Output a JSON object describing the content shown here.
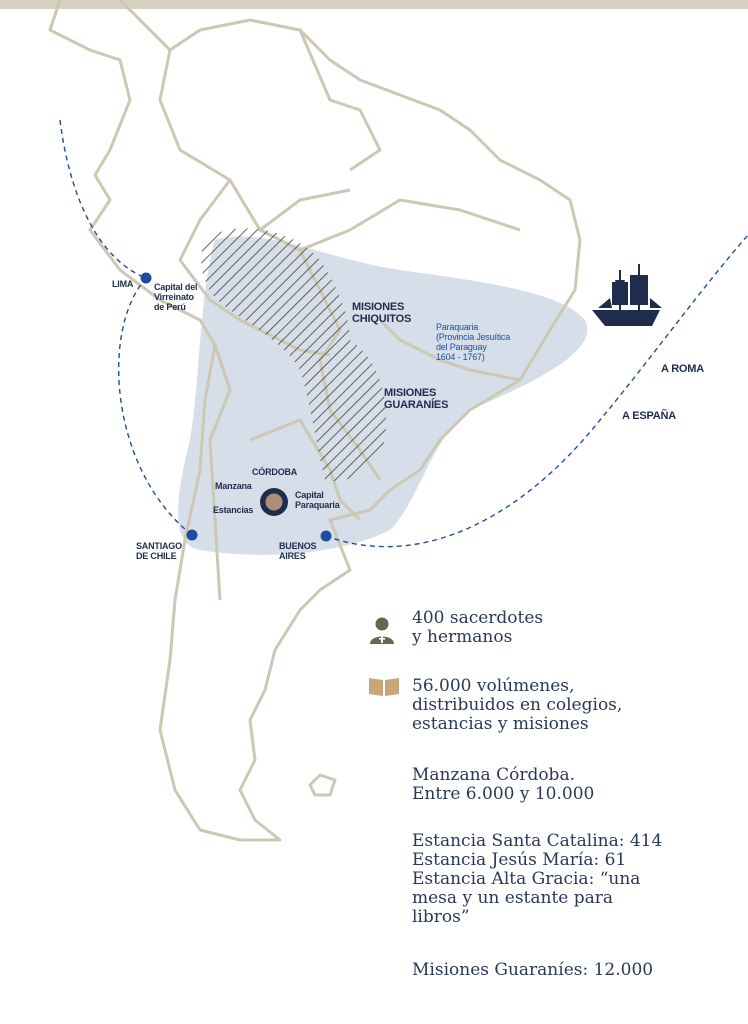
{
  "map_labels": {
    "lima": "LIMA",
    "lima_note": [
      "Capital del",
      "Virreinato",
      "de Perú"
    ],
    "chiquitos": [
      "MISIONES",
      "CHIQUITOS"
    ],
    "guaranies": [
      "MISIONES",
      "GUARANÍES"
    ],
    "paraquaria": [
      "Paraquaria",
      "(Provincia Jesuítica",
      "del Paraguay",
      "1604 - 1767)"
    ],
    "cordoba": "CÓRDOBA",
    "manzana": "Manzana",
    "estancias": "Estancias",
    "capital": [
      "Capital",
      "Paraquaria"
    ],
    "santiago": [
      "SANTIAGO",
      "DE CHILE"
    ],
    "buenos_aires": [
      "BUENOS",
      "AIRES"
    ],
    "a_roma": "A ROMA",
    "a_espana": "A ESPAÑA"
  },
  "legend": {
    "priests": {
      "icon": "priest-icon",
      "lines": [
        "400 sacerdotes",
        "y hermanos"
      ]
    },
    "books": {
      "icon": "book-icon",
      "lines": [
        "56.000 volúmenes,",
        "distribuidos en colegios,",
        "estancias y misiones"
      ]
    },
    "manzana": [
      "Manzana Córdoba.",
      "Entre 6.000 y 10.000"
    ],
    "estancias": [
      "Estancia Santa Catalina: 414",
      "Estancia Jesús María: 61",
      "Estancia Alta Gracia: “una",
      "mesa y un estante para",
      "libros”"
    ],
    "misiones": [
      "Misiones Guaraníes: 12.000"
    ]
  },
  "colors": {
    "land": "#cdc8b3",
    "region": "#d6deea",
    "navy": "#1f2d4d",
    "dot": "#1d4e9e",
    "olive": "#5d6b4e",
    "tan": "#c9a57a"
  }
}
